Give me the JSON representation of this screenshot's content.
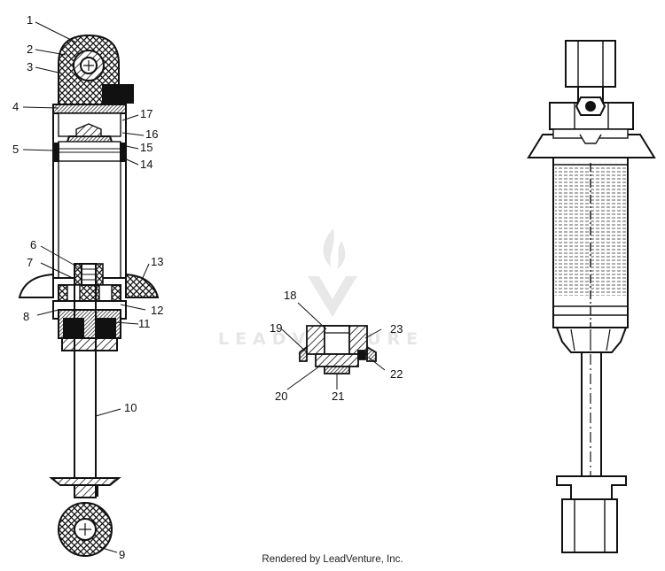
{
  "watermark": {
    "text": "LEADVENTURE",
    "icon": "flame-v-logo-icon"
  },
  "footer": {
    "text": "Rendered by LeadVenture, Inc."
  },
  "callouts": {
    "c1": "1",
    "c2": "2",
    "c3": "3",
    "c4": "4",
    "c5": "5",
    "c6": "6",
    "c7": "7",
    "c8": "8",
    "c9": "9",
    "c10": "10",
    "c11": "11",
    "c12": "12",
    "c13": "13",
    "c14": "14",
    "c15": "15",
    "c16": "16",
    "c17": "17",
    "c18": "18",
    "c19": "19",
    "c20": "20",
    "c21": "21",
    "c22": "22",
    "c23": "23"
  }
}
